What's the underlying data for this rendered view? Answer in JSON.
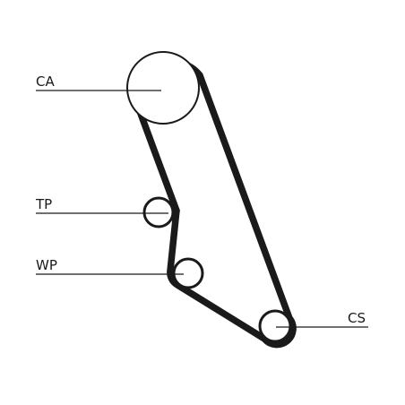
{
  "labels": {
    "ca": "CA",
    "tp": "TP",
    "wp": "WP",
    "cs": "CS"
  },
  "colors": {
    "belt": "#1a1a1a",
    "pulley_stroke": "#1a1a1a",
    "pulley_fill": "#ffffff",
    "leader_line": "#1a1a1a",
    "background": "#ffffff"
  }
}
